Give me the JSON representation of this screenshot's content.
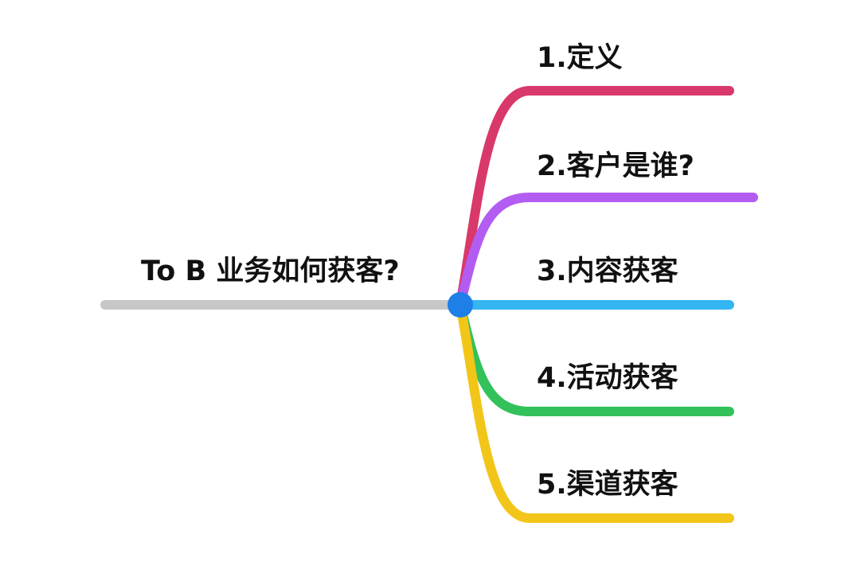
{
  "root": {
    "label": "To B 业务如何获客?",
    "line_color": "#c7c7c7",
    "node_color": "#1f7fe8"
  },
  "branches": [
    {
      "label": "1.定义",
      "color": "#d9386a"
    },
    {
      "label": "2.客户是谁?",
      "color": "#b35cf2"
    },
    {
      "label": "3.内容获客",
      "color": "#33b6f2"
    },
    {
      "label": "4.活动获客",
      "color": "#33c15a"
    },
    {
      "label": "5.渠道获客",
      "color": "#f2c619"
    }
  ]
}
